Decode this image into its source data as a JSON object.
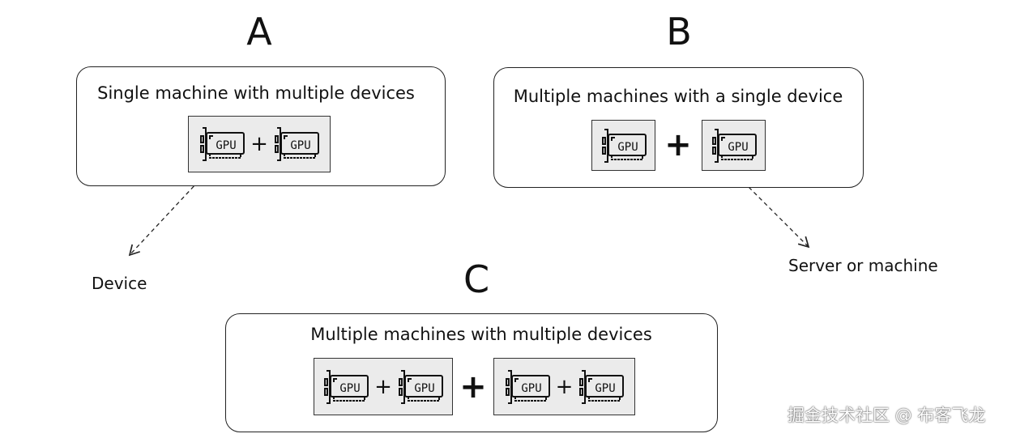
{
  "panels": {
    "a": {
      "letter": "A",
      "title": "Single machine with multiple devices"
    },
    "b": {
      "letter": "B",
      "title": "Multiple machines with a single device"
    },
    "c": {
      "letter": "C",
      "title": "Multiple machines with multiple devices"
    }
  },
  "gpu_label": "GPU",
  "plus": "+",
  "annotations": {
    "device": "Device",
    "server": "Server or machine"
  },
  "watermark": "掘金技术社区 @ 布客飞龙",
  "icons": [
    "gpu-card-icon",
    "dashed-arrow"
  ]
}
